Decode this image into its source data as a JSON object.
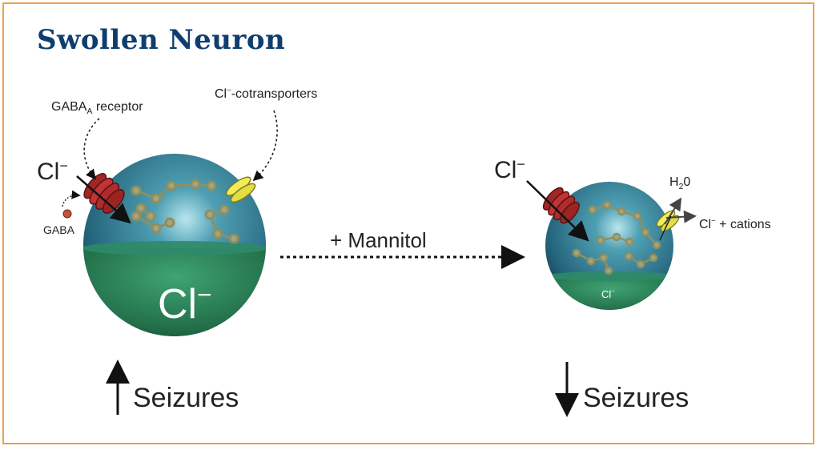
{
  "title": "Swollen Neuron",
  "labels": {
    "gaba_receptor_main": "GABA",
    "gaba_receptor_sub": "A",
    "gaba_receptor_rest": " receptor",
    "cotransporter_main": "Cl",
    "cotransporter_sup": "−",
    "cotransporter_rest": "-cotransporters",
    "cl_left_main": "Cl",
    "cl_left_sup": "−",
    "gaba": "GABA",
    "cl_inside_left": "Cl",
    "cl_inside_left_sup": "−",
    "mannitol": "+ Mannitol",
    "cl_right_main": "Cl",
    "cl_right_sup": "−",
    "water_main": "H",
    "water_sub": "2",
    "water_rest": "0",
    "cations_main": "Cl",
    "cations_sup": "−",
    "cations_rest": " + cations",
    "cl_inside_right": "Cl",
    "cl_inside_right_sup": "−",
    "seizures_left": "Seizures",
    "seizures_right": "Seizures"
  },
  "colors": {
    "frame": "#e9a24f",
    "title": "#0f3e6e",
    "cell_top": "#2f7f95",
    "cell_bottom": "#2f8a5e",
    "receptor": "#b82b2b",
    "cotransporter": "#e8e350",
    "molecule": "#9a9a6a"
  }
}
